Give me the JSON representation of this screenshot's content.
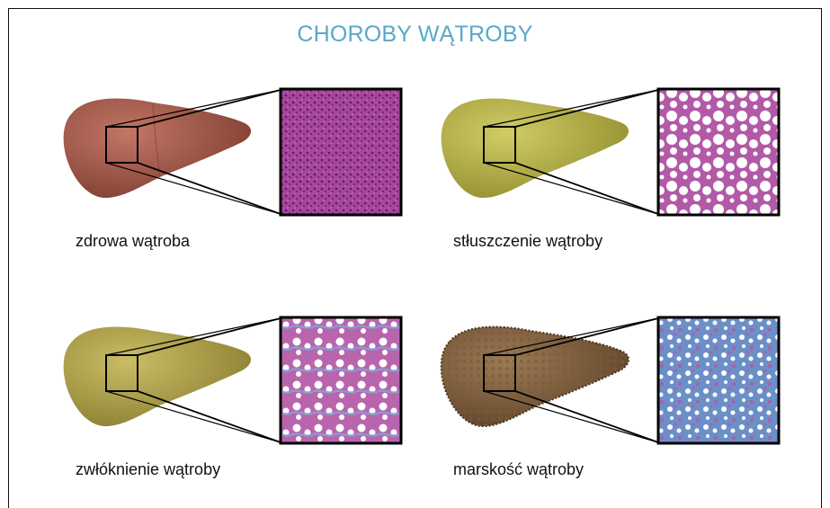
{
  "title": "CHOROBY WĄTROBY",
  "panels": [
    {
      "label": "zdrowa wątroba",
      "liver_color": "#8e4a3a",
      "liver_light": "#b06a58",
      "tissue": "healthy"
    },
    {
      "label": "stłuszczenie wątroby",
      "liver_color": "#a7a437",
      "liver_light": "#c3bf55",
      "tissue": "fatty"
    },
    {
      "label": "zwłóknienie wątroby",
      "liver_color": "#a19537",
      "liver_light": "#bdb058",
      "tissue": "fibrosis"
    },
    {
      "label": "marskość wątroby",
      "liver_color": "#6e4e31",
      "liver_light": "#8e6c49",
      "tissue": "cirrhosis"
    }
  ]
}
